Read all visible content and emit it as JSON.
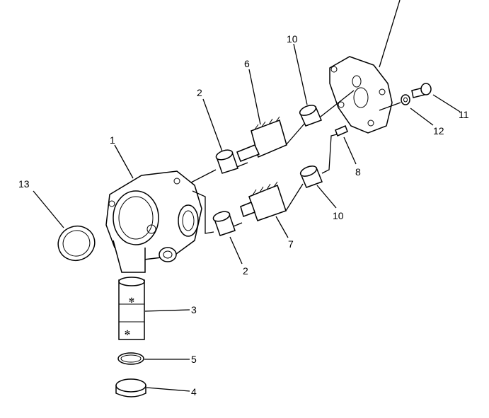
{
  "labels": [
    {
      "id": "1",
      "text": "1"
    },
    {
      "id": "2a",
      "text": "2"
    },
    {
      "id": "2b",
      "text": "2"
    },
    {
      "id": "3",
      "text": "3"
    },
    {
      "id": "4",
      "text": "4"
    },
    {
      "id": "5",
      "text": "5"
    },
    {
      "id": "6",
      "text": "6"
    },
    {
      "id": "7",
      "text": "7"
    },
    {
      "id": "8",
      "text": "8"
    },
    {
      "id": "10a",
      "text": "10"
    },
    {
      "id": "10b",
      "text": "10"
    },
    {
      "id": "11",
      "text": "11"
    },
    {
      "id": "12",
      "text": "12"
    },
    {
      "id": "13",
      "text": "13"
    }
  ]
}
